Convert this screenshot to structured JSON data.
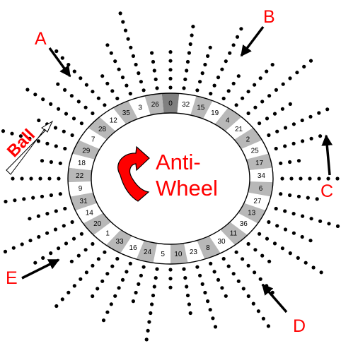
{
  "wheel": {
    "numbers": [
      "0",
      "32",
      "15",
      "19",
      "4",
      "21",
      "2",
      "25",
      "17",
      "34",
      "6",
      "27",
      "13",
      "36",
      "11",
      "30",
      "8",
      "23",
      "10",
      "5",
      "24",
      "16",
      "33",
      "1",
      "20",
      "14",
      "31",
      "9",
      "22",
      "18",
      "29",
      "7",
      "28",
      "12",
      "35",
      "3",
      "26"
    ],
    "colors": {
      "dark": "#b8b8b8",
      "light": "#ffffff",
      "zero": "#808080",
      "outline": "#000000"
    }
  },
  "center": {
    "line1": "Anti-",
    "line2": "Wheel",
    "arrow_icon": "curved-arrow-icon",
    "color": "#ff0000"
  },
  "ball": {
    "label": "Ball"
  },
  "labels": {
    "A": "A",
    "B": "B",
    "C": "C",
    "D": "D",
    "E": "E"
  },
  "accent": "#ff0000"
}
